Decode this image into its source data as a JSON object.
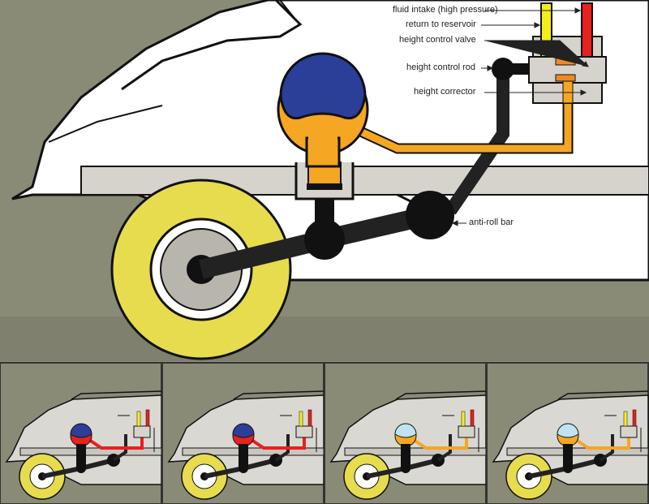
{
  "labels": {
    "fluid_intake": "fluid intake (high pressure)",
    "return_reservoir": "return to reservoir",
    "valve": "height control valve",
    "rod": "height control rod",
    "corrector": "height corrector",
    "anti_roll": "anti-roll bar"
  },
  "colors": {
    "background": "#8a8b77",
    "body": "#ffffff",
    "frame": "#d6d3cc",
    "tire": "#e6dc4e",
    "sphere_gas": "#2b3e98",
    "fluid": "#f5a623",
    "intake": "#f4ee1a",
    "return": "#e8201e"
  },
  "panels": [
    {
      "gas": "#2b3e98",
      "fluid": "#e8201e"
    },
    {
      "gas": "#2b3e98",
      "fluid": "#e8201e"
    },
    {
      "gas": "#bfe3f2",
      "fluid": "#f5a623"
    },
    {
      "gas": "#bfe3f2",
      "fluid": "#f5a623"
    }
  ]
}
